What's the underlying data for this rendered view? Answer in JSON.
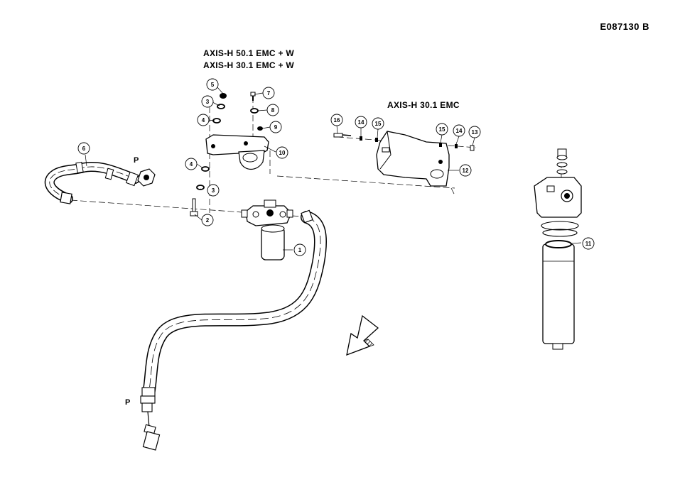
{
  "drawing_id": "E087130  B",
  "variants": {
    "filter_head": [
      "AXIS-H  50.1  EMC  + W",
      "AXIS-H  30.1  EMC  + W"
    ],
    "bracket": "AXIS-H  30.1  EMC"
  },
  "port_label": "P",
  "callouts": [
    "1",
    "2",
    "3",
    "4",
    "5",
    "6",
    "7",
    "8",
    "9",
    "10",
    "11",
    "12",
    "13",
    "14",
    "15",
    "16"
  ],
  "icons": [
    "assembly-direction-arrow-icon"
  ]
}
